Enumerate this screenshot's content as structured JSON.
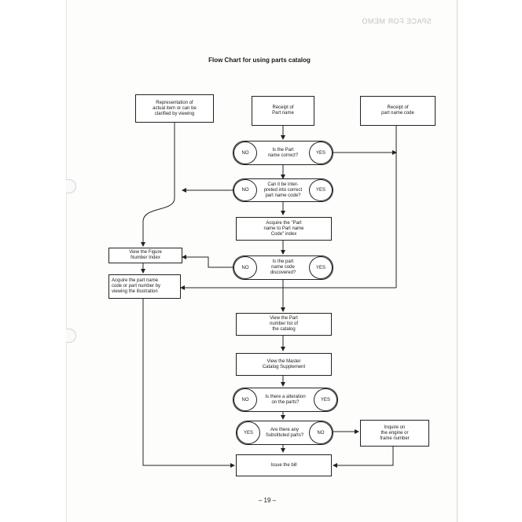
{
  "page": {
    "title": "Flow Chart for using parts catalog",
    "page_number": "– 19 –",
    "bleed_text": "SPACE FOR MEMO"
  },
  "boxes": {
    "representation": "Representation of\nactual item or can be\nclarified by viewing",
    "receipt_part_name": "Receipt of\nPart name",
    "receipt_part_code": "Receipt of\npart name code",
    "acquire_index": "Acquire the \"Part\nname to Part name\nCode\" index",
    "figure_index": "View the Figure\nNumber Index",
    "acquire_code": "Acquire the part name\ncode or part number by\nviewing the illustration",
    "part_number_list": "View the Part\nnumber list of\nthe catalog",
    "master_supplement": "View the Master\nCatalog Supplement",
    "inquire": "Inquire on\nthe engine or\nframe number",
    "issue_bill": "Issue the bill"
  },
  "decisions": {
    "part_name_correct": "Is the Part\nname correct?",
    "interpreted": "Can it be inter-\npreted into correct\npart name code?",
    "code_discovered": "Is the part\nname code\ndiscovered?",
    "alteration": "Is there a alteration\non the parts?",
    "substituted": "Are there any\nSubstituted parts?"
  },
  "answers": {
    "yes": "YES",
    "no": "NO"
  }
}
